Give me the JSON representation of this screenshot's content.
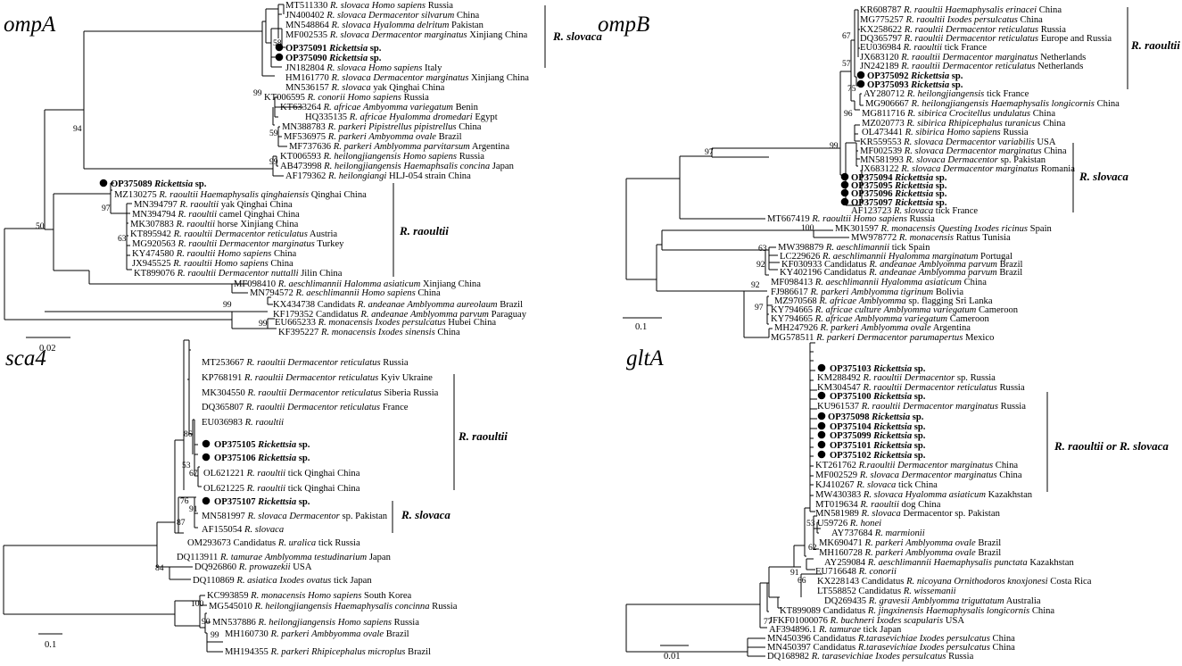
{
  "panels": [
    {
      "id": "ompA",
      "title": "ompA",
      "scale_label": "0.02",
      "bootstraps": [
        "58",
        "99",
        "94",
        "59",
        "99",
        "97",
        "63",
        "50",
        "99",
        "99"
      ],
      "clades": [
        "R. slovaca",
        "R. raoultii"
      ],
      "taxa": [
        {
          "acc": "MT511330",
          "sp": "R. slovaca",
          "desc": "Homo sapiens",
          "place": "Russia"
        },
        {
          "acc": "JN400402",
          "sp": "R. slovaca",
          "desc": "Dermacentor silvarum",
          "place": "China"
        },
        {
          "acc": "MN548864",
          "sp": "R. slovaca",
          "desc": "Hyalomma delritum",
          "place": "Pakistan"
        },
        {
          "acc": "MF002535",
          "sp": "R. slovaca",
          "desc": "Dermacentor marginatus",
          "place": "Xinjiang China"
        },
        {
          "acc": "OP375091",
          "sp": "Rickettsia",
          "suffix": "sp.",
          "study": true
        },
        {
          "acc": "OP375090",
          "sp": "Rickettsia",
          "suffix": "sp.",
          "study": true
        },
        {
          "acc": "JN182804",
          "sp": "R. slovaca",
          "desc": "Homo sapiens",
          "place": "Italy"
        },
        {
          "acc": "HM161770",
          "sp": "R. slovaca",
          "desc": "Dermacentor marginatus",
          "place": "Xinjiang China"
        },
        {
          "acc": "MN536157",
          "sp": "R. slovaca",
          "place": "yak Qinghai China"
        },
        {
          "acc": "KT006595",
          "sp": "R. conorii",
          "desc": "Homo sapiens",
          "place": "Russia"
        },
        {
          "acc": "KT633264",
          "sp": "R. africae",
          "desc": "Ambyomma variegatum",
          "place": "Benin"
        },
        {
          "acc": "HQ335135",
          "sp": "R. africae",
          "desc": "Hyalomma dromedari",
          "place": "Egypt"
        },
        {
          "acc": "MN388783",
          "sp": "R. parkeri",
          "desc": "Pipistrellus pipistrellus",
          "place": "China"
        },
        {
          "acc": "MF536975",
          "sp": "R. parkeri",
          "desc": "Ambyomma ovale",
          "place": "Brazil"
        },
        {
          "acc": "MF737636",
          "sp": "R. parkeri",
          "desc": "Amblyomma parvitarsum",
          "place": "Argentina"
        },
        {
          "acc": "KT006593",
          "sp": "R. heilongjiangensis",
          "desc": "Homo sapiens",
          "place": "Russia"
        },
        {
          "acc": "AB473998",
          "sp": "R. heilongjiangensis",
          "desc": "Haemaphsalis concina",
          "place": "Japan"
        },
        {
          "acc": "AF179362",
          "sp": "R. heilongiangi",
          "place": "HLJ-054 strain China"
        },
        {
          "acc": "OP375089",
          "sp": "Rickettsia",
          "suffix": "sp.",
          "study": true
        },
        {
          "acc": "MZ130275",
          "sp": "R. raoultii",
          "desc": "Haemaphysalis qinghaiensis",
          "place": "Qinghai China"
        },
        {
          "acc": "MN394797",
          "sp": "R. raoultii",
          "place": "yak Qinghai China"
        },
        {
          "acc": "MN394794",
          "sp": "R. raoultii",
          "place": "camel Qinghai China"
        },
        {
          "acc": "MK307883",
          "sp": "R. raoultii",
          "place": "horse Xinjiang China"
        },
        {
          "acc": "KT895942",
          "sp": "R. raoultii",
          "desc": "Dermacentor reticulatus",
          "place": "Austria"
        },
        {
          "acc": "MG920563",
          "sp": "R. raoultii",
          "desc": "Dermacentor marginatus",
          "place": "Turkey"
        },
        {
          "acc": "KY474580",
          "sp": "R. raoultii",
          "desc": "Homo sapiens",
          "place": "China"
        },
        {
          "acc": "JX945525",
          "sp": "R. raoultii",
          "desc": "Homo sapiens",
          "place": "China"
        },
        {
          "acc": "KT899076",
          "sp": "R. raoultii",
          "desc": "Dermacentor nuttalli",
          "place": "Jilin China"
        },
        {
          "acc": "MF098410",
          "sp": "R. aeschlimannii",
          "desc": "Halomma asiaticum",
          "place": "Xinjiang China"
        },
        {
          "acc": "MN794572",
          "sp": "R. aeschlimannii",
          "desc": "Homo sapiens",
          "place": "China"
        },
        {
          "acc": "KX434738",
          "pre": "Candidats",
          "sp": "R. andeanae",
          "desc": "Amblyomma aureolaum",
          "place": "Brazil"
        },
        {
          "acc": "KF179352",
          "pre": "Candidatus",
          "sp": "R. andeanae",
          "desc": "Amblyomma parvum",
          "place": "Paraguay"
        },
        {
          "acc": "EU665233",
          "sp": "R. monacensis",
          "desc": "Ixodes persulcatus",
          "place": "Hubei China"
        },
        {
          "acc": "KF395227",
          "sp": "R. monacensis",
          "desc": "Ixodes sinensis",
          "place": "China"
        }
      ]
    },
    {
      "id": "ompB",
      "title": "ompB",
      "scale_label": "0.1",
      "bootstraps": [
        "67",
        "57",
        "75",
        "96",
        "99",
        "97",
        "100",
        "63",
        "92",
        "92",
        "97"
      ],
      "clades": [
        "R. raoultii",
        "R. slovaca"
      ],
      "taxa": [
        {
          "acc": "KR608787",
          "sp": "R. raoultii",
          "desc": "Haemaphysalis erinacei",
          "place": "China"
        },
        {
          "acc": "MG775257",
          "sp": "R. raoultii",
          "desc": "Ixodes persulcatus",
          "place": "China"
        },
        {
          "acc": "KX258622",
          "sp": "R. raoultii",
          "desc": "Dermacentor reticulatus",
          "place": "Russia"
        },
        {
          "acc": "DQ365797",
          "sp": "R. raoultii",
          "desc": "Dermacentor reticulatus",
          "place": "Europe and Russia"
        },
        {
          "acc": "EU036984",
          "sp": "R. raoultii",
          "place": "tick France"
        },
        {
          "acc": "JX683120",
          "sp": "R. raoultii",
          "desc": "Dermacentor marginatus",
          "place": "Netherlands"
        },
        {
          "acc": "JN242189",
          "sp": "R. raoultii",
          "desc": "Dermacentor reticulatus",
          "place": "Netherlands"
        },
        {
          "acc": "OP375092",
          "sp": "Rickettsia",
          "suffix": "sp.",
          "study": true
        },
        {
          "acc": "OP375093",
          "sp": "Rickettsia",
          "suffix": "sp.",
          "study": true
        },
        {
          "acc": "AY280712",
          "sp": "R. heilongjiangensis",
          "place": "tick France"
        },
        {
          "acc": "MG906667",
          "sp": "R. heilongjiangensis",
          "desc": "Haemaphysalis longicornis",
          "place": "China"
        },
        {
          "acc": "MG811716",
          "sp": "R. sibirica",
          "desc": "Crocitellus undulatus",
          "place": "China"
        },
        {
          "acc": "MZ020773",
          "sp": "R. sibirica",
          "desc": "Rhipicephalus turanicus",
          "place": "China"
        },
        {
          "acc": "OL473441",
          "sp": "R. sibirica",
          "desc": "Homo sapiens",
          "place": "Russia"
        },
        {
          "acc": "KR559553",
          "sp": "R. slovaca",
          "desc": "Dermacentor variabilis",
          "place": "USA"
        },
        {
          "acc": "MF002539",
          "sp": "R. slovaca",
          "desc": "Dermacentor marginatus",
          "place": "China"
        },
        {
          "acc": "MN581993",
          "sp": "R. slovaca",
          "desc": "Dermacentor",
          "place": "sp. Pakistan"
        },
        {
          "acc": "JX683122",
          "sp": "R. slovaca",
          "desc": "Dermacentor marginatus",
          "place": "Romania"
        },
        {
          "acc": "OP375094",
          "sp": "Rickettsia",
          "suffix": "sp.",
          "study": true
        },
        {
          "acc": "OP375095",
          "sp": "Rickettsia",
          "suffix": "sp.",
          "study": true
        },
        {
          "acc": "OP375096",
          "sp": "Rickettsia",
          "suffix": "sp.",
          "study": true
        },
        {
          "acc": "OP375097",
          "sp": "Rickettsia",
          "suffix": "sp.",
          "study": true
        },
        {
          "acc": "AF123723",
          "sp": "R. slovaca",
          "place": "tick France"
        },
        {
          "acc": "MT667419",
          "sp": "R. raoultii",
          "desc": "Homo sapiens",
          "place": "Russia"
        },
        {
          "acc": "MK301597",
          "sp": "R. monacensis",
          "desc": "Questing Ixodes ricinus",
          "place": "Spain"
        },
        {
          "acc": "MW978772",
          "sp": "R. monacensis",
          "place": "Rattus Tunisia"
        },
        {
          "acc": "MW398879",
          "sp": "R. aeschlimannii",
          "place": "tick Spain"
        },
        {
          "acc": "LC229626",
          "sp": "R. aeschlimannii",
          "desc": "Hyalomma marginatum",
          "place": "Portugal"
        },
        {
          "acc": "KF030933",
          "pre": "Candidatus",
          "sp": "R. andeanae",
          "desc": "Amblyomma parvum",
          "place": "Brazil"
        },
        {
          "acc": "KY402196",
          "pre": "Candidatus",
          "sp": "R. andeanae",
          "desc": "Amblyomma parvum",
          "place": "Brazil"
        },
        {
          "acc": "MF098413",
          "sp": "R. aeschlimannii",
          "desc": "Hyalomma asiaticum",
          "place": "China"
        },
        {
          "acc": "FJ986617",
          "sp": "R. parkeri",
          "desc": "Amblyomma tigrinum",
          "place": "Bolivia"
        },
        {
          "acc": "MZ970568",
          "sp": "R. africae",
          "desc": "Amblyomma",
          "place": "sp. flagging Sri Lanka"
        },
        {
          "acc": "KY794665",
          "sp": "R. africae culture",
          "desc": "Amblyomma variegatum",
          "place": "Cameroon"
        },
        {
          "acc": "KY794665",
          "sp": "R. africae",
          "desc": "Amblyomma variegatum",
          "place": "Cameroon"
        },
        {
          "acc": "MH247926",
          "sp": "R. parkeri",
          "desc": "Amblyomma ovale",
          "place": "Argentina"
        },
        {
          "acc": "MG578511",
          "sp": "R. parkeri",
          "desc": "Dermacentor parumapertus",
          "place": "Mexico"
        }
      ]
    },
    {
      "id": "sca4",
      "title": "sca4",
      "scale_label": "0.1",
      "bootstraps": [
        "86",
        "53",
        "67",
        "76",
        "91",
        "87",
        "84",
        "100",
        "90",
        "99"
      ],
      "clades": [
        "R. raoultii",
        "R. slovaca"
      ],
      "taxa": [
        {
          "acc": "MT253667",
          "sp": "R. raoultii",
          "desc": "Dermacentor reticulatus",
          "place": "Russia"
        },
        {
          "acc": "KP768191",
          "sp": "R. raoultii",
          "desc": "Dermacentor reticulatus",
          "place": "Kyiv Ukraine"
        },
        {
          "acc": "MK304550",
          "sp": "R. raoultii",
          "desc": "Dermacentor reticulatus",
          "place": "Siberia Russia"
        },
        {
          "acc": "DQ365807",
          "sp": "R. raoultii",
          "desc": "Dermacentor reticulatus",
          "place": "France"
        },
        {
          "acc": "EU036983",
          "sp": "R. raoultii"
        },
        {
          "acc": "OP375105",
          "sp": "Rickettsia",
          "suffix": "sp.",
          "study": true
        },
        {
          "acc": "OP375106",
          "sp": "Rickettsia",
          "suffix": "sp.",
          "study": true
        },
        {
          "acc": "OL621221",
          "sp": "R. raoultii",
          "place": "tick Qinghai China"
        },
        {
          "acc": "OL621225",
          "sp": "R. raoultii",
          "place": "tick Qinghai China"
        },
        {
          "acc": "OP375107",
          "sp": "Rickettsia",
          "suffix": "sp.",
          "study": true
        },
        {
          "acc": "MN581997",
          "sp": "R. slovaca",
          "desc": "Dermacentor",
          "place": "sp. Pakistan"
        },
        {
          "acc": "AF155054",
          "sp": "R. slovaca"
        },
        {
          "acc": "OM293673",
          "pre": "Candidatus",
          "sp": "R. uralica",
          "place": "tick Russia"
        },
        {
          "acc": "DQ113911",
          "sp": "R. tamurae",
          "desc": "Amblyomma testudinarium",
          "place": "Japan"
        },
        {
          "acc": "DQ926860",
          "sp": "R. prowazekii",
          "place": "USA"
        },
        {
          "acc": "DQ110869",
          "sp": "R. asiatica",
          "desc": "Ixodes ovatus",
          "place": "tick Japan"
        },
        {
          "acc": "KC993859",
          "sp": "R. monacensis",
          "desc": "Homo sapiens",
          "place": "South Korea"
        },
        {
          "acc": "MG545010",
          "sp": "R. heilongjiangensis",
          "desc": "Haemaphysalis concinna",
          "place": "Russia"
        },
        {
          "acc": "MN537886",
          "sp": "R. heilongjiangensis",
          "desc": "Homo sapiens",
          "place": "Russia"
        },
        {
          "acc": "MH160730",
          "sp": "R. parkeri",
          "desc": "Ambbyomma ovale",
          "place": "Brazil"
        },
        {
          "acc": "MH194355",
          "sp": "R. parkeri",
          "desc": "Rhipicephalus microplus",
          "place": "Brazil"
        }
      ]
    },
    {
      "id": "gltA",
      "title": "gltA",
      "scale_label": "0.01",
      "bootstraps": [
        "53",
        "62",
        "66",
        "91",
        "77"
      ],
      "clades": [
        "R. raoultii or R. slovaca"
      ],
      "taxa": [
        {
          "acc": "OP375103",
          "sp": "Rickettsia",
          "suffix": "sp.",
          "study": true
        },
        {
          "acc": "KM288492",
          "sp": "R. raoultii",
          "desc": "Dermacentor",
          "place": "sp. Russia"
        },
        {
          "acc": "KM304547",
          "sp": "R. raoultii",
          "desc": "Dermacentor reticulatus",
          "place": "Russia"
        },
        {
          "acc": "OP375100",
          "sp": "Rickettsia",
          "suffix": "sp.",
          "study": true
        },
        {
          "acc": "KU961537",
          "sp": "R. raoultii",
          "desc": "Dermacentor marginatus",
          "place": "Russia"
        },
        {
          "acc": "OP375098",
          "sp": "Rickettsia",
          "suffix": "sp.",
          "study": true
        },
        {
          "acc": "OP375104",
          "sp": "Rickettsia",
          "suffix": "sp.",
          "study": true
        },
        {
          "acc": "OP375099",
          "sp": "Rickettsia",
          "suffix": "sp.",
          "study": true
        },
        {
          "acc": "OP375101",
          "sp": "Rickettsia",
          "suffix": "sp.",
          "study": true
        },
        {
          "acc": "OP375102",
          "sp": "Rickettsia",
          "suffix": "sp.",
          "study": true
        },
        {
          "acc": "KT261762",
          "sp": "R.raoultii",
          "desc": "Dermacentor marginatus",
          "place": "China"
        },
        {
          "acc": "MF002529",
          "sp": "R. slovaca",
          "desc": "Dermacentor marginatus",
          "place": "China"
        },
        {
          "acc": "KJ410267",
          "sp": "R. slovaca",
          "place": "tick China"
        },
        {
          "acc": "MW430383",
          "sp": "R. slovaca",
          "desc": "Hyalomma asiaticum",
          "place": "Kazakhstan"
        },
        {
          "acc": "MT019634",
          "sp": "R. raoultii",
          "place": "dog China"
        },
        {
          "acc": "MN581989",
          "sp": "R. slovaca",
          "place": "Dermacentor sp. Pakistan"
        },
        {
          "acc": "U59726",
          "sp": "R. honei"
        },
        {
          "acc": "AY737684",
          "sp": "R. marmionii"
        },
        {
          "acc": "MK690471",
          "sp": "R. parkeri",
          "desc": "Amblyomma ovale",
          "place": "Brazil"
        },
        {
          "acc": "MH160728",
          "sp": "R. parkeri",
          "desc": "Amblyomma ovale",
          "place": "Brazil"
        },
        {
          "acc": "AY259084",
          "sp": "R. aeschlimannii",
          "desc": "Haemaphysalis punctata",
          "place": "Kazakhstan"
        },
        {
          "acc": "EU716648",
          "sp": "R. conorii"
        },
        {
          "acc": "KX228143",
          "pre": "Candidatus",
          "sp": "R. nicoyana",
          "desc": "Ornithodoros knoxjonesi",
          "place": "Costa Rica"
        },
        {
          "acc": "LT558852",
          "pre": "Candidatus",
          "sp": "R. wissemanii"
        },
        {
          "acc": "DQ269435",
          "sp": "R. gravesii",
          "desc": "Amblyomma triguttatum",
          "place": "Australia"
        },
        {
          "acc": "KT899089",
          "pre": "Candidatus",
          "sp": "R. jingxinensis",
          "desc": "Haemaphysalis longicornis",
          "place": "China"
        },
        {
          "acc": "JFKF01000076",
          "sp": "R. buchneri",
          "desc": "Ixodes scapularis",
          "place": "USA"
        },
        {
          "acc": "AF394896.1",
          "sp": "R. tamurae",
          "place": "tick Japan"
        },
        {
          "acc": "MN450396",
          "pre": "Candidatus",
          "sp": "R.tarasevichiae",
          "desc": "Ixodes persulcatus",
          "place": "China"
        },
        {
          "acc": "MN450397",
          "pre": "Candidatus",
          "sp": "R.tarasevichiae",
          "desc": "Ixodes persulcatus",
          "place": "China"
        },
        {
          "acc": "DQ168982",
          "sp": "R. tarasevichiae",
          "desc": "Ixodes persulcatus",
          "place": "Russia"
        }
      ]
    }
  ]
}
